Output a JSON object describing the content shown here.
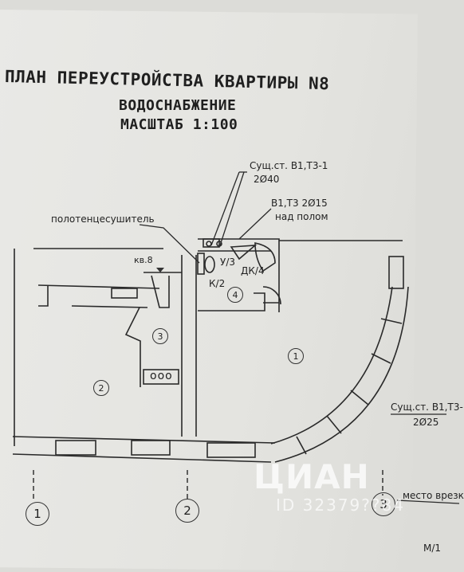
{
  "document": {
    "title": "ПЛАН ПЕРЕУСТРОЙСТВА КВАРТИРЫ N8",
    "subtitle_line1": "ВОДОСНАБЖЕНИЕ",
    "subtitle_line2": "МАСШТАБ   1:100"
  },
  "annotations": {
    "riser_top_1": "Сущ.ст. В1,Т3-1",
    "riser_top_2": "2Ø40",
    "pipes_1": "В1,Т3 2Ø15",
    "pipes_2": "над полом",
    "towel_dryer": "полотенцесушитель",
    "apt": "кв.8",
    "fixture_u": "У/3",
    "fixture_dk": "ДК/4",
    "fixture_k": "К/2",
    "riser_right_1": "Сущ.ст. В1,Т3-",
    "riser_right_2": "2Ø25",
    "tap_place": "место врезк",
    "m1": "М/1"
  },
  "rooms": [
    "1",
    "2",
    "3",
    "4"
  ],
  "axes": [
    "1",
    "2",
    "3"
  ],
  "stove_glyph": "ooo",
  "watermark": {
    "brand": "ЦИАН",
    "id": "ID 32379??84"
  }
}
